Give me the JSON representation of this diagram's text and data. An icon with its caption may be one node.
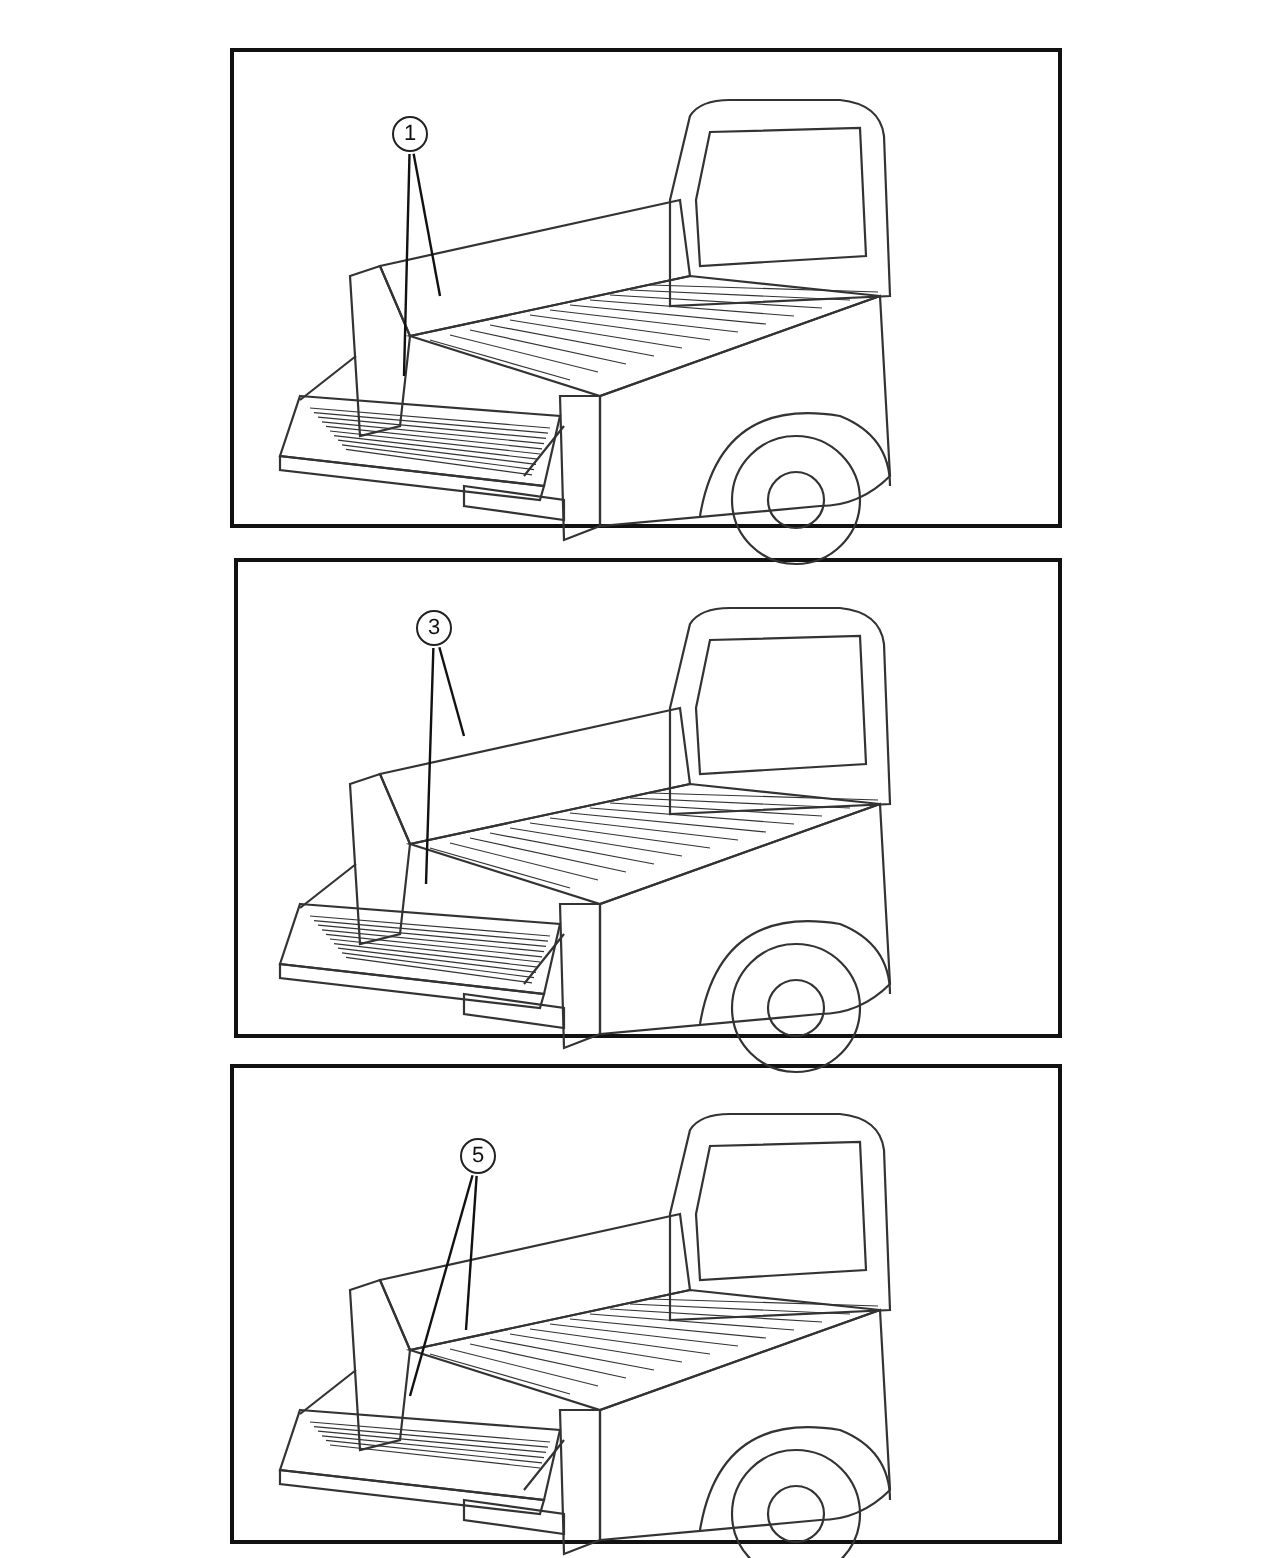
{
  "diagram": {
    "nodes": [
      {
        "text": [
          "1"
        ]
      },
      {
        "text": [
          "3"
        ]
      },
      {
        "text": [
          "5"
        ]
      }
    ],
    "edges": [
      {
        "from": 0,
        "to": null,
        "arrow": "none"
      },
      {
        "from": 0,
        "to": null,
        "arrow": "none"
      },
      {
        "from": 1,
        "to": null,
        "arrow": "none"
      },
      {
        "from": 1,
        "to": null,
        "arrow": "none"
      },
      {
        "from": 2,
        "to": null,
        "arrow": "none"
      },
      {
        "from": 2,
        "to": null,
        "arrow": "none"
      }
    ]
  }
}
